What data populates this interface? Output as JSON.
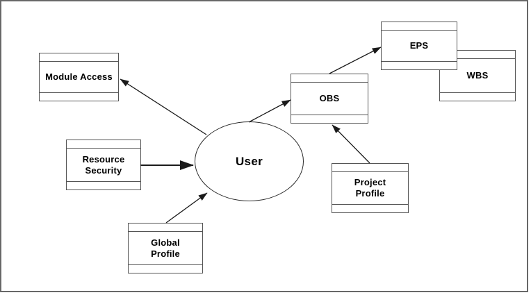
{
  "diagram": {
    "actor": {
      "id": "user",
      "label": "User"
    },
    "nodes": [
      {
        "id": "module-access",
        "label": "Module Access"
      },
      {
        "id": "resource-security",
        "label": "Resource\nSecurity"
      },
      {
        "id": "global-profile",
        "label": "Global\nProfile"
      },
      {
        "id": "obs",
        "label": "OBS"
      },
      {
        "id": "project-profile",
        "label": "Project\nProfile"
      },
      {
        "id": "eps",
        "label": "EPS"
      },
      {
        "id": "wbs",
        "label": "WBS"
      }
    ],
    "edges": [
      {
        "from": "user",
        "to": "module-access"
      },
      {
        "from": "resource-security",
        "to": "user"
      },
      {
        "from": "global-profile",
        "to": "user"
      },
      {
        "from": "user",
        "to": "obs"
      },
      {
        "from": "project-profile",
        "to": "obs"
      },
      {
        "from": "obs",
        "to": "eps"
      }
    ],
    "colors": {
      "background": "#ffffff",
      "frame_border": "#686868",
      "node_border": "#545454",
      "ellipse_border": "#2b2b2b",
      "arrow": "#1a1a1a",
      "text": "#000000"
    }
  }
}
